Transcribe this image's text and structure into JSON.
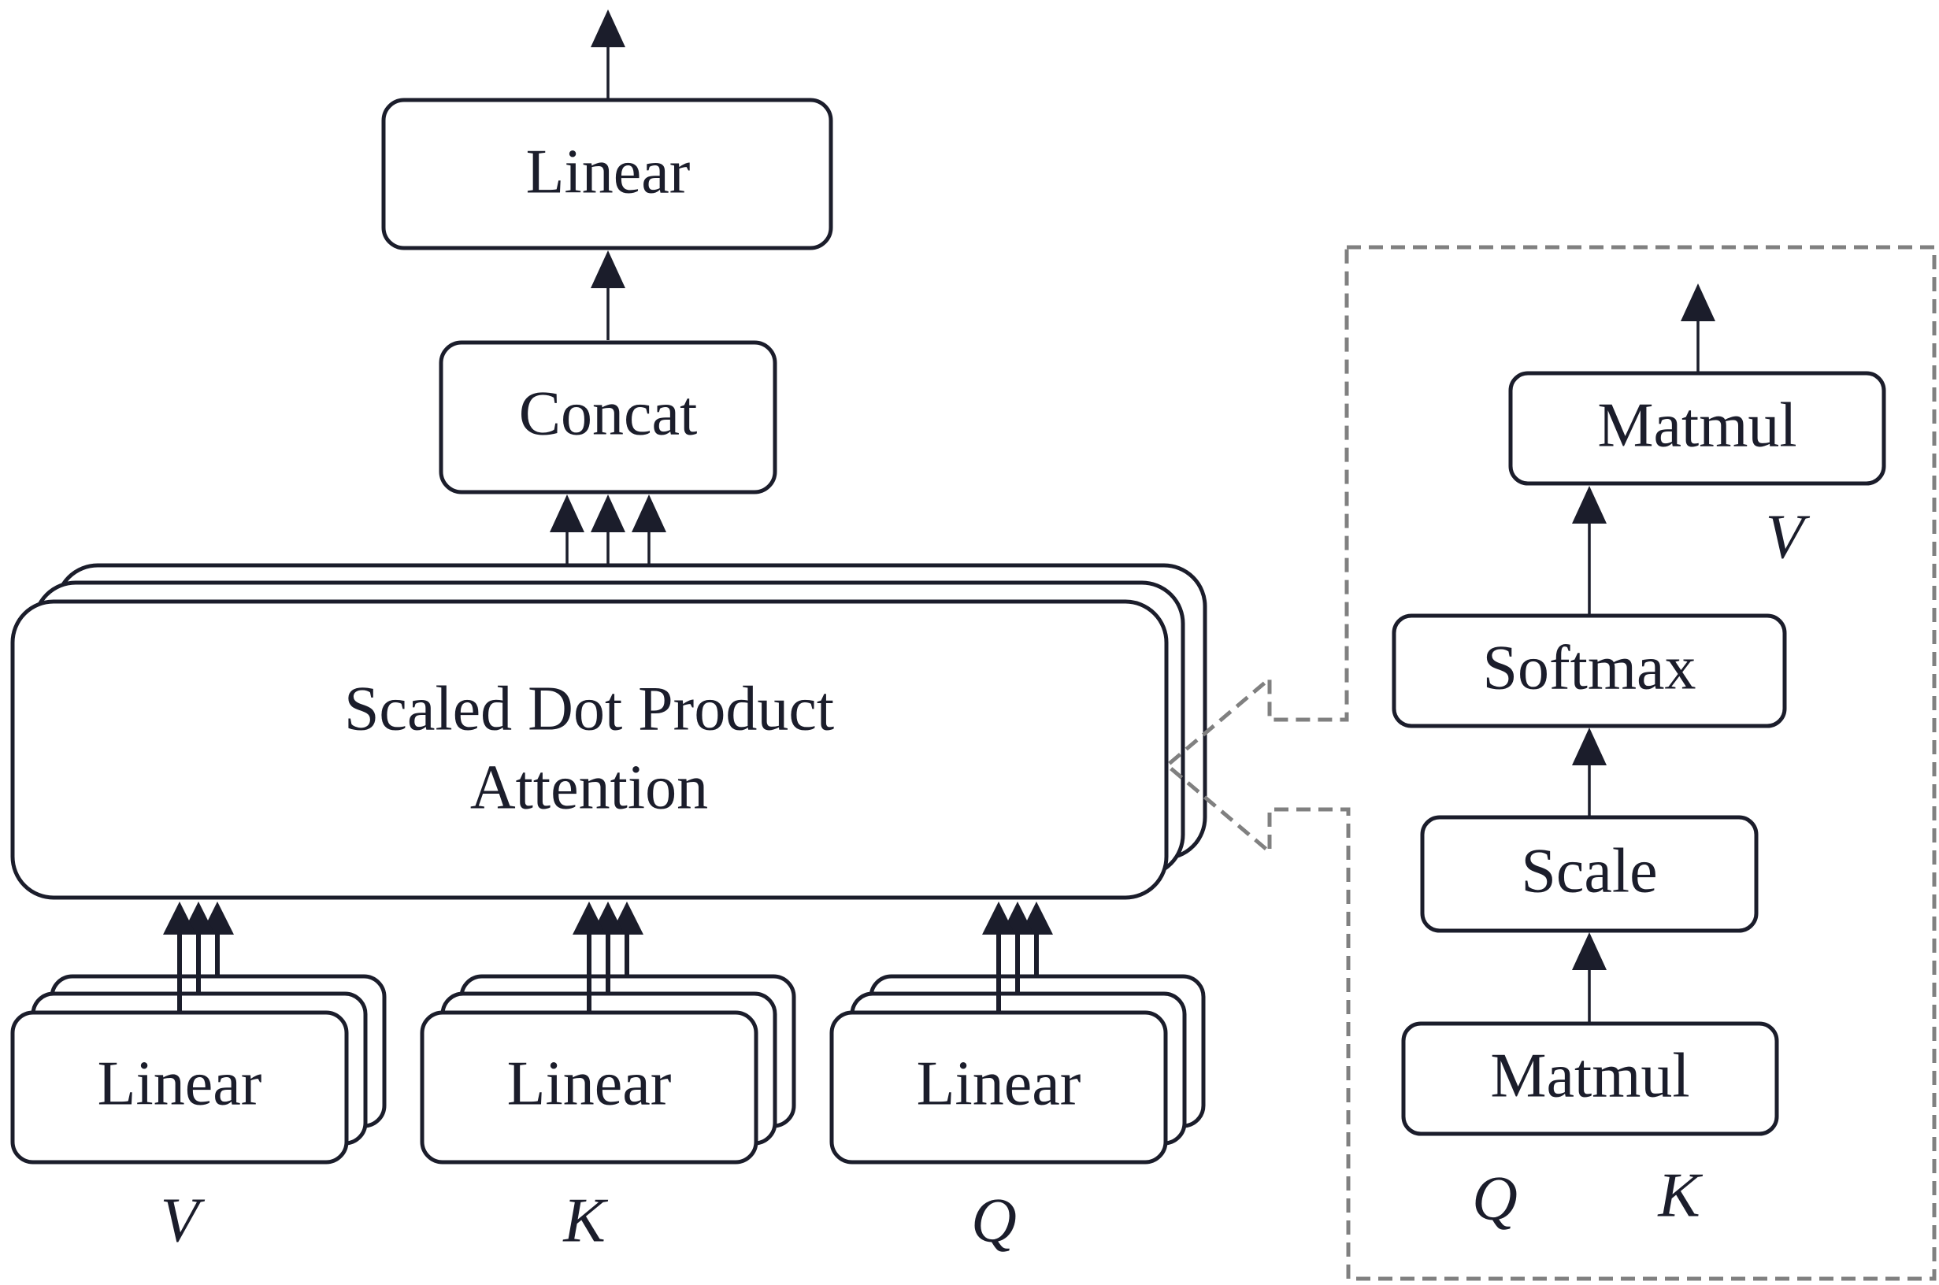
{
  "main": {
    "output_linear": "Linear",
    "concat": "Concat",
    "attention_line1": "Scaled Dot Product",
    "attention_line2": "Attention",
    "input_linears": [
      "Linear",
      "Linear",
      "Linear"
    ],
    "inputs": [
      "V",
      "K",
      "Q"
    ]
  },
  "detail": {
    "matmul_top": "Matmul",
    "v_input": "V",
    "softmax": "Softmax",
    "scale": "Scale",
    "matmul_bottom": "Matmul",
    "q_input": "Q",
    "k_input": "K"
  },
  "colors": {
    "stroke": "#1b1d2b",
    "dashed": "#808080",
    "background": "#ffffff"
  }
}
